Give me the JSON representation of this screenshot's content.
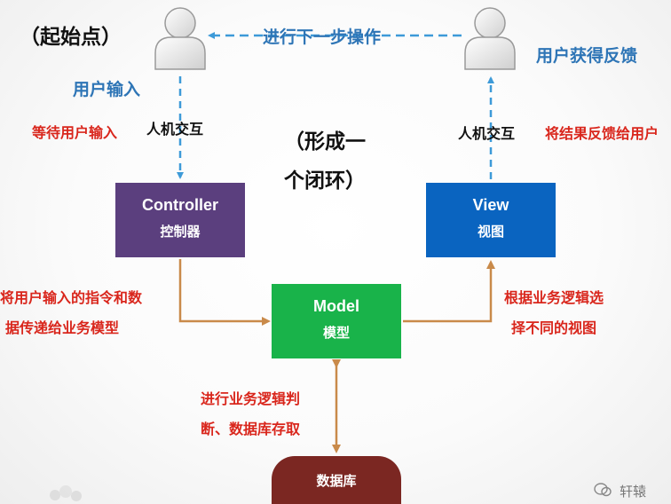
{
  "start_label": "（起始点）",
  "next_step_label": "进行下一步操作",
  "feedback_label": "用户获得反馈",
  "user_input_label": "用户输入",
  "wait_input_label": "等待用户输入",
  "interaction_left": "人机交互",
  "interaction_right": "人机交互",
  "loop_line1": "（形成一",
  "loop_line2": "个闭环）",
  "feedback_to_user": "将结果反馈给用户",
  "controller": {
    "title": "Controller",
    "subtitle": "控制器"
  },
  "view": {
    "title": "View",
    "subtitle": "视图"
  },
  "model": {
    "title": "Model",
    "subtitle": "模型"
  },
  "database": {
    "label": "数据库"
  },
  "controller_to_model_line1": "将用户输入的指令和数",
  "controller_to_model_line2": "据传递给业务模型",
  "model_to_view_line1": "根据业务逻辑选",
  "model_to_view_line2": "择不同的视图",
  "model_db_line1": "进行业务逻辑判",
  "model_db_line2": "断、数据库存取",
  "watermark": "轩辕",
  "colors": {
    "controller": "#5b3f7e",
    "view": "#0a64c0",
    "model": "#19b34a",
    "database": "#7b2722",
    "dashed_arrow": "#3d9ad8",
    "solid_arrow": "#c98a4a",
    "red_text": "#d9261c",
    "blue_text": "#2e75b6"
  }
}
